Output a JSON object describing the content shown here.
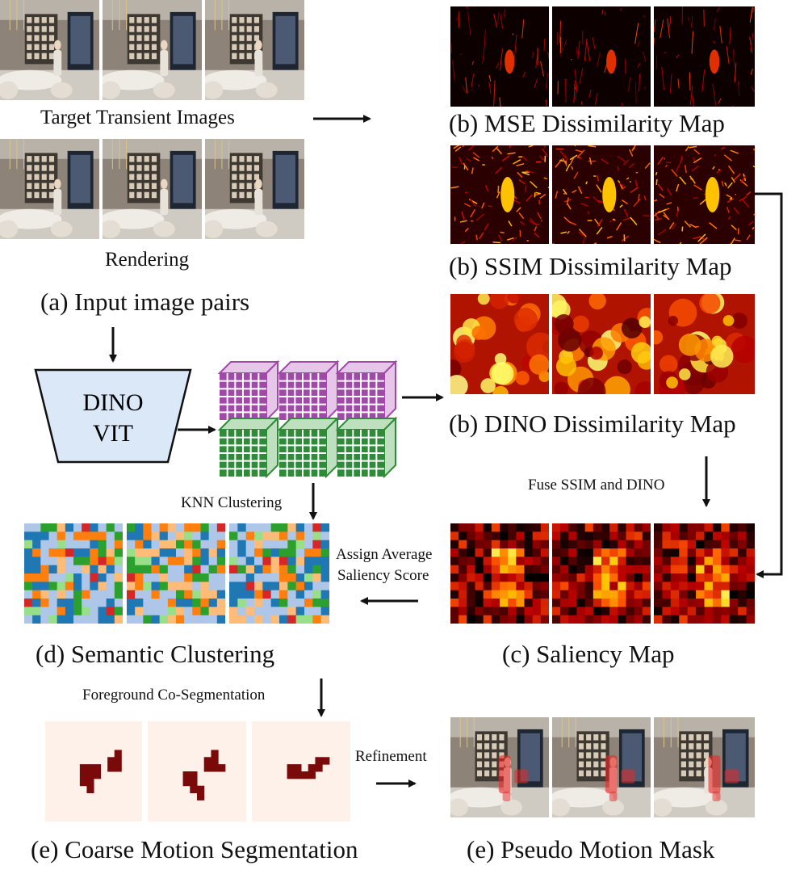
{
  "captions": {
    "target_transient": "Target Transient Images",
    "rendering": "Rendering",
    "input_pairs": "(a) Input image pairs",
    "mse_map": "(b) MSE Dissimilarity Map",
    "ssim_map": "(b) SSIM Dissimilarity Map",
    "dino_map": "(b) DINO Dissimilarity Map",
    "saliency_map": "(c) Saliency Map",
    "semantic_clustering": "(d) Semantic Clustering",
    "coarse_motion": "(e) Coarse Motion Segmentation",
    "pseudo_motion": "(e) Pseudo Motion Mask"
  },
  "encoder": {
    "line1": "DINO",
    "line2": "VIT"
  },
  "arrow_labels": {
    "knn": "KNN Clustering",
    "fuse": "Fuse SSIM and DINO",
    "assign_line1": "Assign Average",
    "assign_line2": "Saliency Score",
    "cosegmentation": "Foreground Co-Segmentation",
    "refinement": "Refinement"
  },
  "colors": {
    "encoder_fill": "#dbe8f7",
    "cube_purple": "#a04aa8",
    "cube_green": "#2f8a3a",
    "mask_dark": "#7a0a0a",
    "mask_bg": "#fdf1ea",
    "cluster_palette": [
      "#1f77b4",
      "#aec7e8",
      "#ff7f0e",
      "#ffbb78",
      "#2ca02c",
      "#98df8a",
      "#d62728"
    ]
  }
}
